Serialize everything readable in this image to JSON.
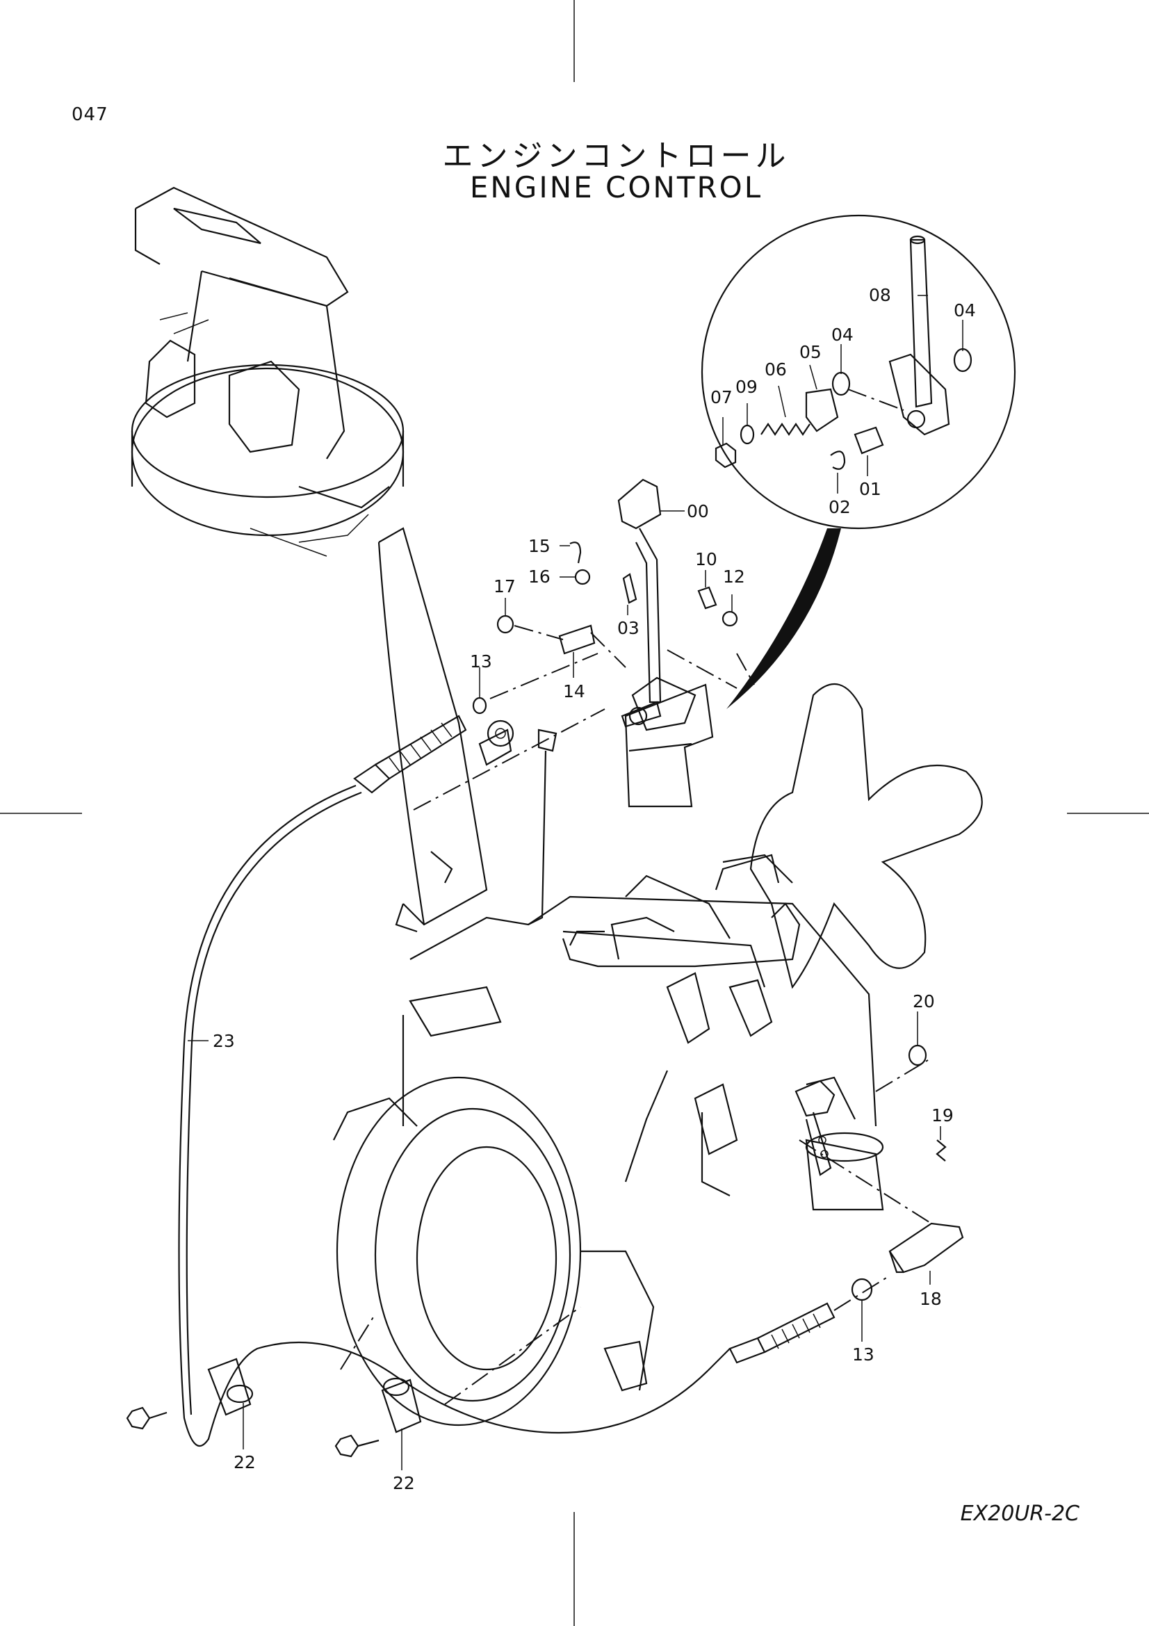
{
  "page_number": "047",
  "title_jp": "エンジンコントロール",
  "title_en": "ENGINE CONTROL",
  "model": "EX20UR-2C",
  "part_labels": [
    "00",
    "01",
    "02",
    "03",
    "04",
    "04",
    "05",
    "06",
    "07",
    "08",
    "09",
    "10",
    "12",
    "13",
    "13",
    "14",
    "15",
    "16",
    "17",
    "18",
    "19",
    "20",
    "22",
    "22",
    "23"
  ]
}
